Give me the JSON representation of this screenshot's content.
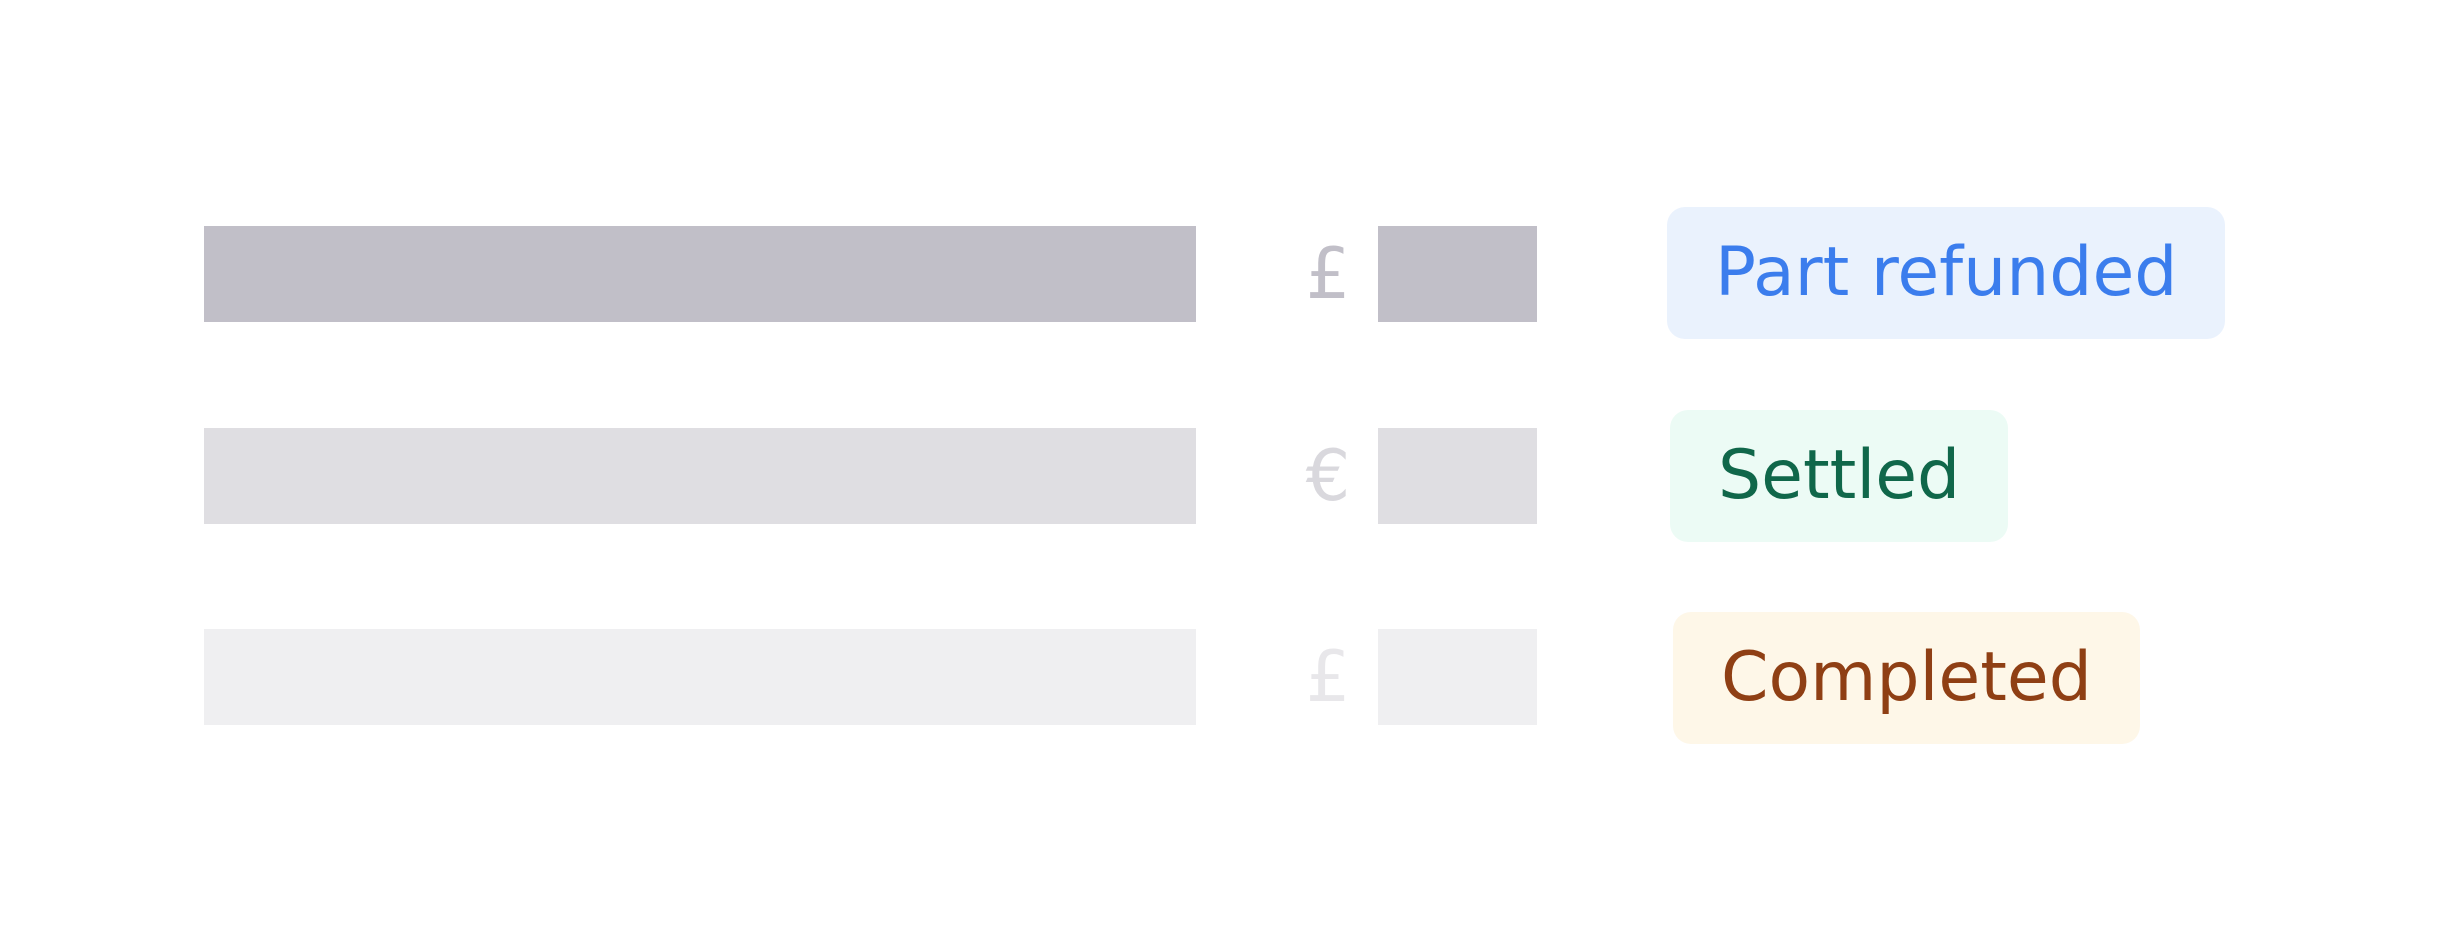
{
  "rows": [
    {
      "currency_symbol": "£",
      "status_label": "Part refunded",
      "status_bg": "#eaf2fd",
      "status_color": "#3b7ded"
    },
    {
      "currency_symbol": "€",
      "status_label": "Settled",
      "status_bg": "#ecfbf5",
      "status_color": "#10674a"
    },
    {
      "currency_symbol": "£",
      "status_label": "Completed",
      "status_bg": "#fef7e8",
      "status_color": "#8f3f14"
    }
  ],
  "placeholder_colors": [
    "#c1bfc8",
    "#dfdee2",
    "#efeff1"
  ]
}
